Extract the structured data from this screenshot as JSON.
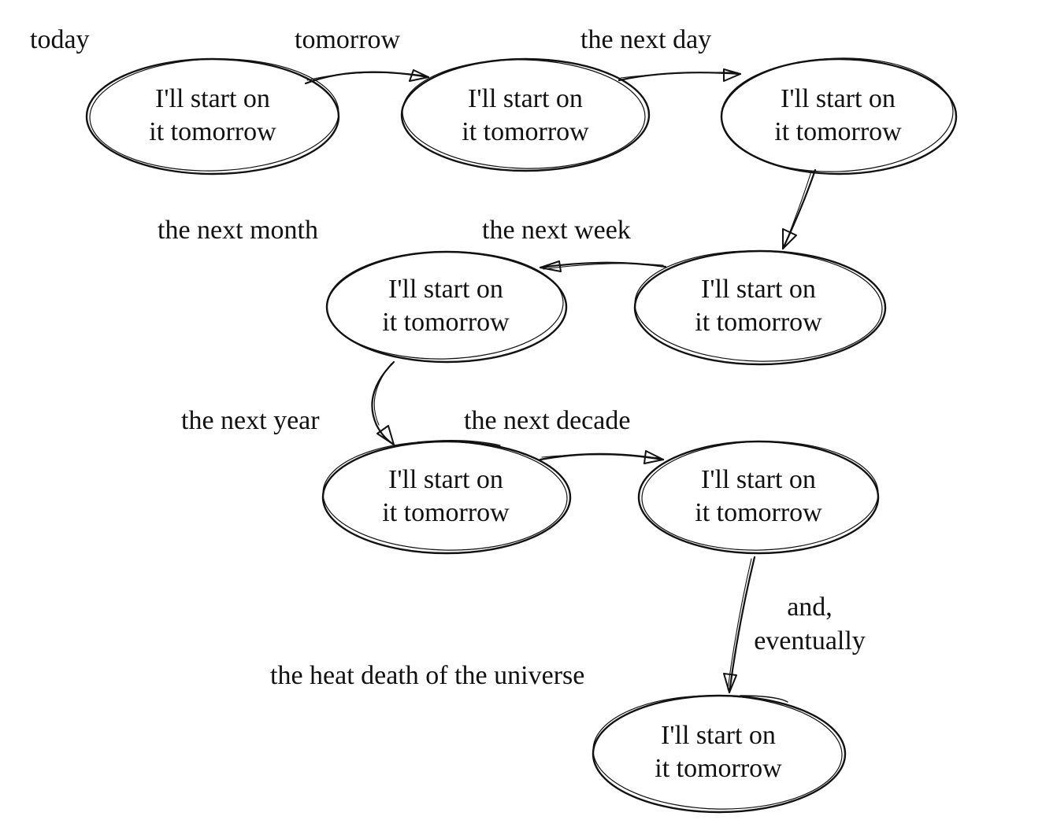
{
  "diagram": {
    "node_text": {
      "line1": "I'll start on",
      "line2": "it tomorrow"
    },
    "labels": {
      "today": "today",
      "tomorrow": "tomorrow",
      "next_day": "the next day",
      "next_month": "the next month",
      "next_week": "the next week",
      "next_year": "the next year",
      "next_decade": "the next decade",
      "eventually_1": "and,",
      "eventually_2": "eventually",
      "heat_death": "the heat death of the universe"
    },
    "style": {
      "stroke_color": "#111111",
      "background": "#ffffff"
    }
  }
}
